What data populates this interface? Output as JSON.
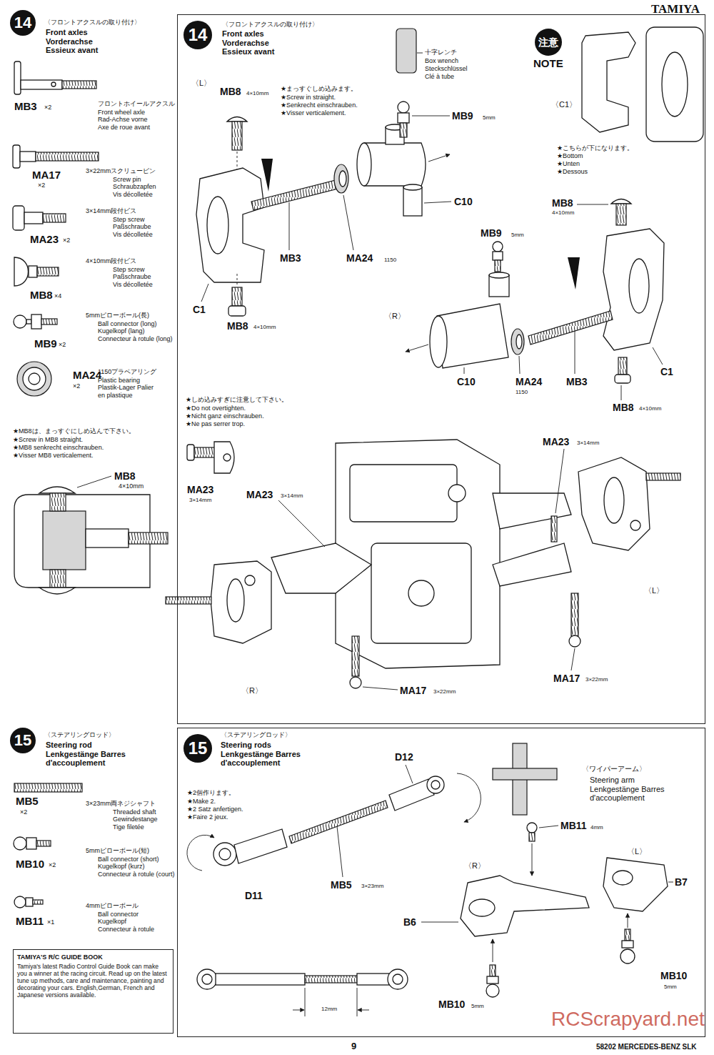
{
  "diagram": {
    "nodes": [
      {
        "text": [
          "14"
        ]
      },
      {
        "text": [
          "〈フロントアクスルの取り付け〉",
          "Front axles Vorderachse Essieux avant"
        ]
      },
      {
        "text": [
          "14"
        ],
        "in": 1
      },
      {
        "text": [
          "注意"
        ],
        "in": 1
      },
      {
        "text": [
          "15"
        ]
      },
      {
        "text": [
          "TAMIYA'S R/C GUIDE BOOK",
          "Tamiya's latest Radio Control Guide Book can make you a winner at the racing circuit. Read up on the latest tune up methods, care and maintenance, painting and decorating your cars. English,German, French and Japanese versions available."
        ]
      },
      {
        "text": [
          "〈ステアリングロッド〉",
          "Steering rods Lenkgestänge Barres d'accouplement"
        ]
      },
      {
        "text": [
          "15"
        ],
        "in": 6
      }
    ],
    "labels": [
      "TAMIYA",
      "〈フロントアクスルの取り付け〉",
      "Front axles Vorderachse Essieux avant",
      "MB3",
      "×2",
      "フロントホイールアクスル",
      "Front wheel axle Rad-Achse vorne Axe de roue avant",
      "MA17",
      "×2",
      "3×22mmスクリューピン",
      "Screw pin Schraubzapfen Vis décolletée",
      "3×14mm段付ビス",
      "Step screw Paßschraube Vis décolletée",
      "MA23",
      "×2",
      "4×10mm段付ビス",
      "Step screw Paßschraube Vis décolletée",
      "MB8",
      "×4",
      "5mmピローボール(長)",
      "Ball connector (long) Kugelkopf (lang) Connecteur à rotule (long)",
      "MB9",
      "×2",
      "MA24",
      "×2",
      "1150プラベアリング",
      "Plastic bearing Plastik-Lager Palier en plastique",
      "★MB8は、まっすぐにしめ込んで下さい。",
      "★Screw in MB8 straight.",
      "★MB8 senkrecht einschrauben.",
      "★Visser MB8 verticalement.",
      "MB8",
      "4×10mm",
      "〈ステアリングロッド〉",
      "Steering rod Lenkgestänge Barres d'accouplement",
      "MB5",
      "×2",
      "3×23mm両ネジシャフト",
      "Threaded shaft Gewindestange Tige filetée",
      "MB10",
      "×2",
      "5mmピローボール(短)",
      "Ball connector (short) Kugelkopf (kurz) Connecteur à rotule (court)",
      "MB11",
      "×1",
      "4mmピローボール",
      "Ball connector Kugelkopf Connecteur à rotule",
      "〈L〉",
      "MB8",
      "4×10mm",
      "★まっすぐしめ込みます。",
      "★Screw in straight.",
      "★Senkrecht einschrauben.",
      "★Visser verticalement.",
      "十字レンチ",
      "Box wrench",
      "Steckschlüssel",
      "Clé à tube",
      "MB9",
      "5mm",
      "C10",
      "MB3",
      "MA24",
      "1150",
      "C1",
      "MB8",
      "4×10mm",
      "NOTE",
      "〈C1〉",
      "★こちらが下になります。",
      "★Bottom",
      "★Unten",
      "★Dessous",
      "MB8",
      "4×10mm",
      "MB9",
      "5mm",
      "〈R〉",
      "C10",
      "MA24",
      "1150",
      "MB3",
      "C1",
      "MB8",
      "4×10mm",
      "★しめ込みすぎに注意して下さい。",
      "★Do not overtighten.",
      "★Nicht ganz einschrauben.",
      "★Ne pas serrer trop.",
      "MA23",
      "3×14mm",
      "MA23",
      "3×14mm",
      "MA23",
      "3×14mm",
      "〈L〉",
      "〈R〉",
      "MA17",
      "3×22mm",
      "MA17",
      "3×22mm",
      "★2個作ります。",
      "★Make 2.",
      "★2 Satz anfertigen.",
      "★Faire 2 jeux.",
      "D12",
      "D11",
      "MB5",
      "3×23mm",
      "12mm",
      "〈ワイパーアーム〉",
      "Steering arm Lenkgestänge Barres d'accouplement",
      "MB11",
      "4mm",
      "〈L〉",
      "〈R〉",
      "B7",
      "B6",
      "MB10",
      "5mm",
      "MB10",
      "5mm",
      "RCScrapyard.net",
      "9",
      "58202 MERCEDES-BENZ SLK"
    ]
  }
}
